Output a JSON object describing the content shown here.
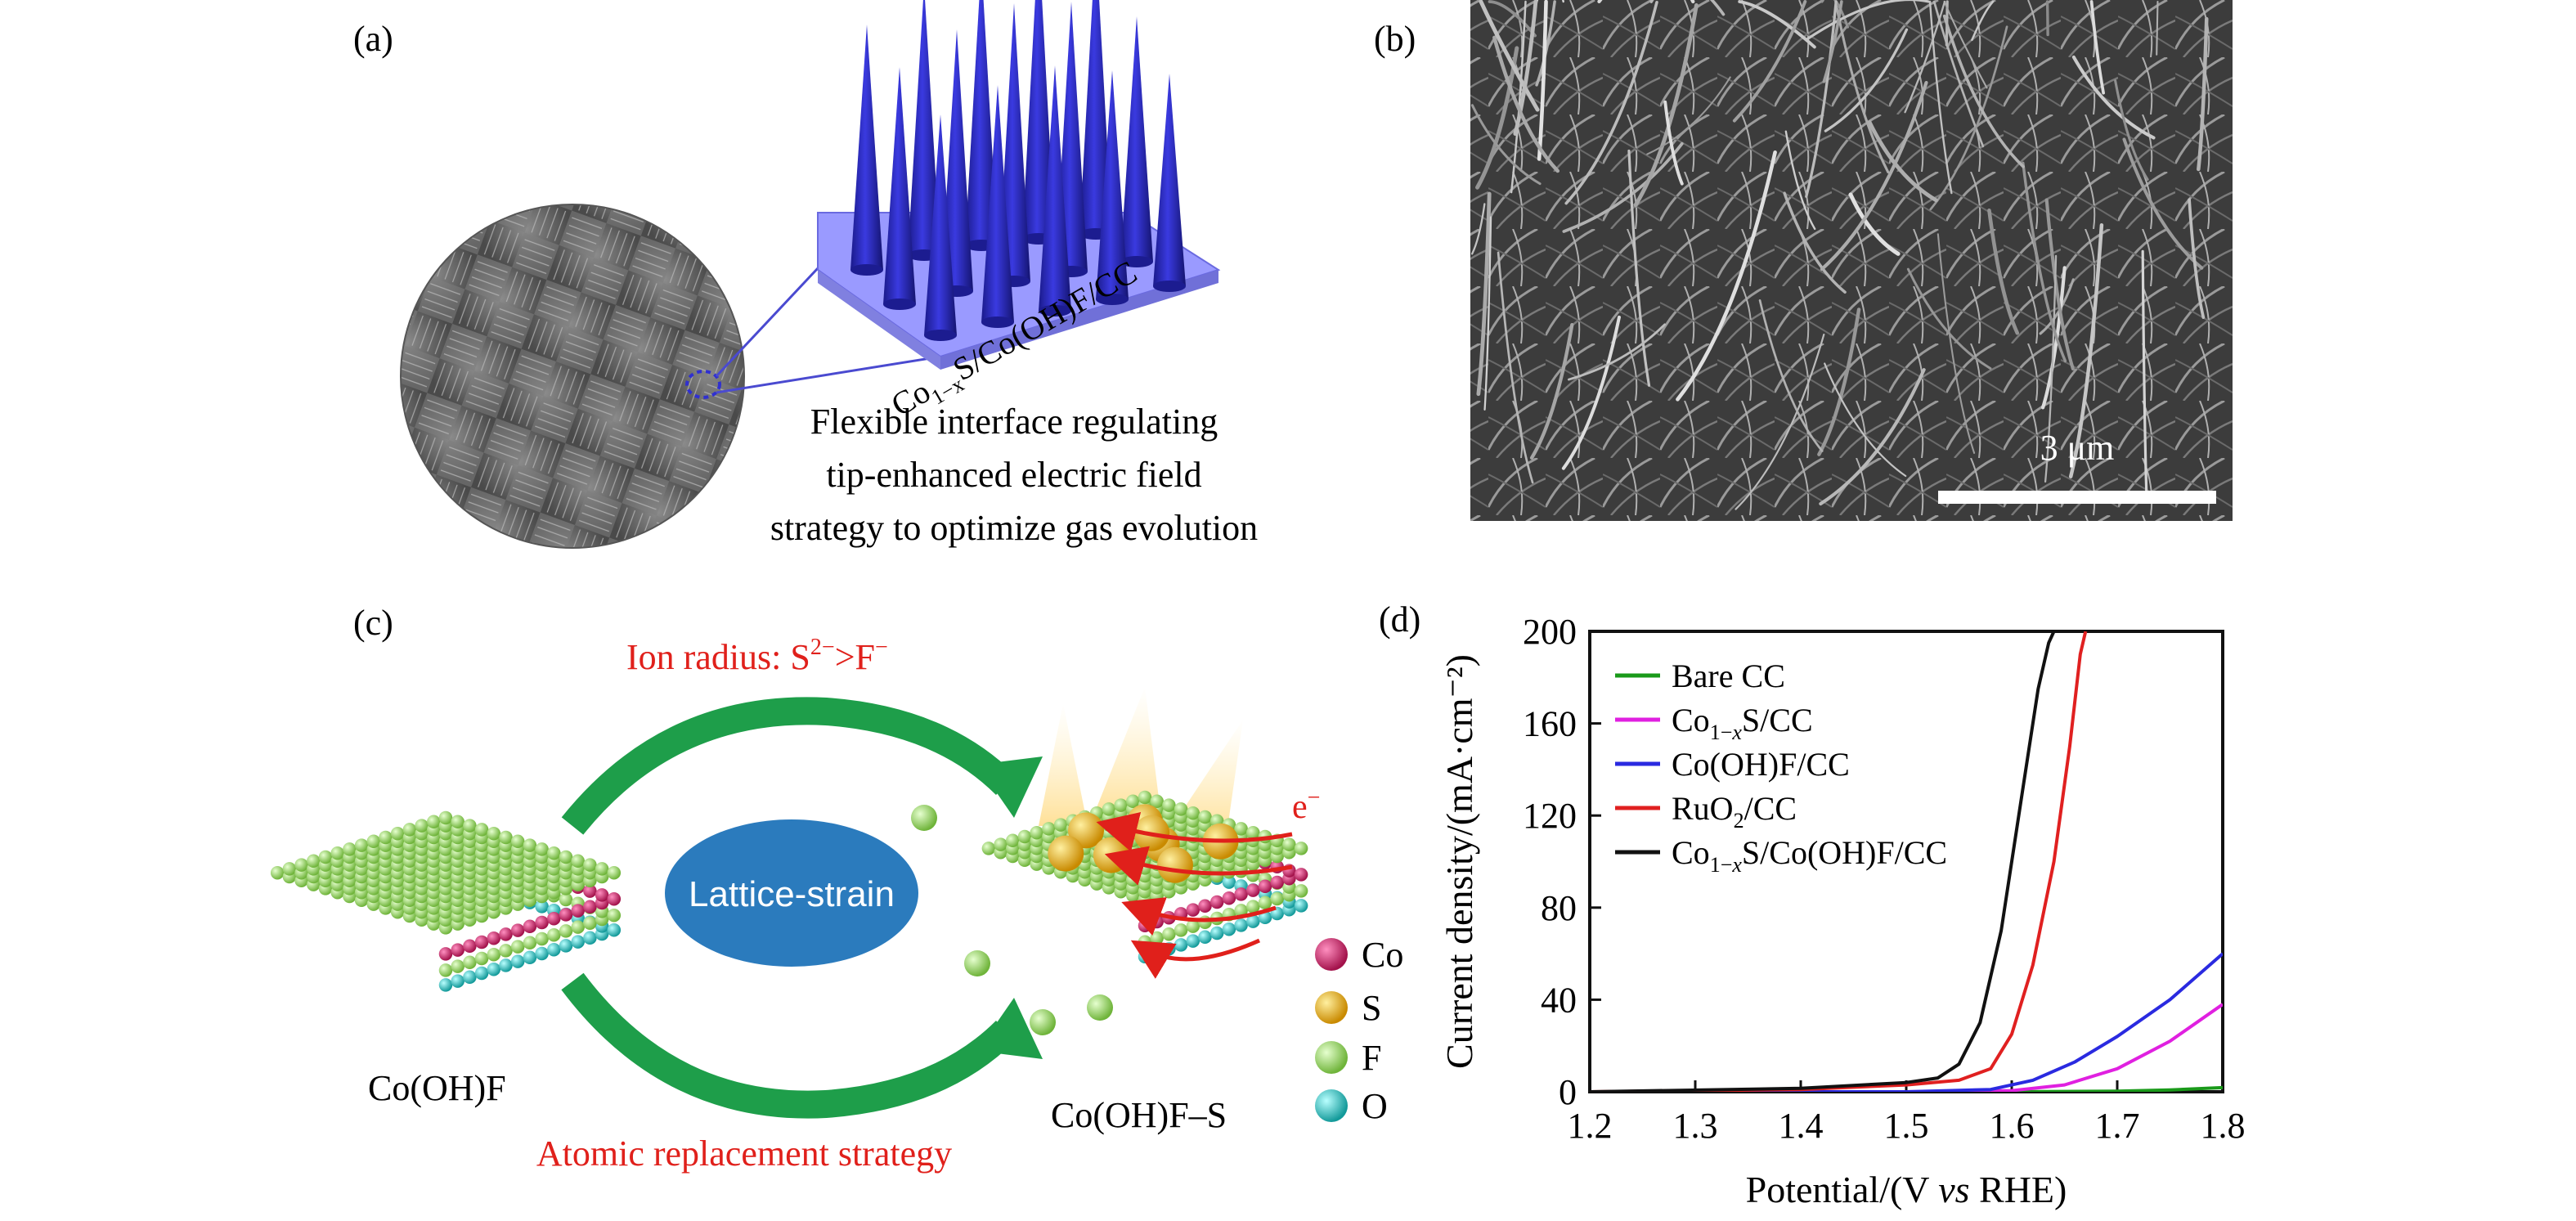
{
  "panels": {
    "a": {
      "label": "(a)",
      "material_prefix": "Co",
      "material_sub": "1−x",
      "material_suffix": "S/Co(OH)F/CC",
      "caption_lines": [
        "Flexible interface regulating",
        "tip-enhanced electric field",
        "strategy to optimize gas evolution"
      ]
    },
    "b": {
      "label": "(b)",
      "scale_bar_text": "3 μm"
    },
    "c": {
      "label": "(c)",
      "ion_radius_prefix": "Ion radius: S",
      "ion_radius_sup1": "2−",
      "ion_radius_mid": ">F",
      "ion_radius_sup2": "−",
      "center_label": "Lattice-strain",
      "left_label": "Co(OH)F",
      "right_label": "Co(OH)F–S",
      "electron_label": "e",
      "electron_sup": "−",
      "bottom_label": "Atomic replacement strategy",
      "legend": [
        {
          "label": "Co",
          "color": "#c2185b"
        },
        {
          "label": "S",
          "color": "#e8a800"
        },
        {
          "label": "F",
          "color": "#9ed36a"
        },
        {
          "label": "O",
          "color": "#2ec4c4"
        }
      ],
      "colors": {
        "red_text": "#e0201b",
        "arrow_green": "#1e9e4a",
        "ellipse": "#2b7bbd"
      }
    },
    "d": {
      "label": "(d)"
    }
  },
  "chart_data": {
    "type": "line",
    "title": "",
    "xlabel": "Potential/(V vs RHE)",
    "ylabel": "Current density/(mA·cm⁻²)",
    "xlim": [
      1.2,
      1.8
    ],
    "ylim": [
      0,
      200
    ],
    "xticks": [
      "1.2",
      "1.3",
      "1.4",
      "1.5",
      "1.6",
      "1.7",
      "1.8"
    ],
    "yticks": [
      "0",
      "40",
      "80",
      "120",
      "160",
      "200"
    ],
    "grid": false,
    "legend_position": "top-left",
    "series": [
      {
        "name": "Bare CC",
        "color": "#1a9a1a",
        "x": [
          1.2,
          1.4,
          1.6,
          1.7,
          1.75,
          1.8
        ],
        "y": [
          0,
          0,
          0,
          0.3,
          0.8,
          1.8
        ]
      },
      {
        "name": "Co1−xS/CC",
        "color": "#e020e0",
        "x": [
          1.2,
          1.5,
          1.6,
          1.65,
          1.7,
          1.75,
          1.8
        ],
        "y": [
          0,
          0,
          0.5,
          3,
          10,
          22,
          38
        ]
      },
      {
        "name": "Co(OH)F/CC",
        "color": "#2a2ae0",
        "x": [
          1.2,
          1.5,
          1.58,
          1.62,
          1.66,
          1.7,
          1.75,
          1.8
        ],
        "y": [
          0,
          0,
          1,
          5,
          13,
          24,
          40,
          60
        ]
      },
      {
        "name": "RuO2/CC",
        "color": "#e02020",
        "x": [
          1.2,
          1.4,
          1.5,
          1.55,
          1.58,
          1.6,
          1.62,
          1.64,
          1.655,
          1.665,
          1.67
        ],
        "y": [
          0,
          1,
          3,
          5,
          10,
          25,
          55,
          100,
          150,
          190,
          200
        ]
      },
      {
        "name": "Co1−xS/Co(OH)F/CC",
        "color": "#111111",
        "x": [
          1.2,
          1.4,
          1.5,
          1.53,
          1.55,
          1.57,
          1.59,
          1.61,
          1.625,
          1.635,
          1.64
        ],
        "y": [
          0,
          1.5,
          4,
          6,
          12,
          30,
          70,
          130,
          175,
          195,
          200
        ]
      }
    ],
    "legend_entries": [
      {
        "pre": "Bare CC",
        "sub": "",
        "post": ""
      },
      {
        "pre": "Co",
        "sub": "1−x",
        "post": "S/CC"
      },
      {
        "pre": "Co(OH)F/CC",
        "sub": "",
        "post": ""
      },
      {
        "pre": "RuO",
        "sub": "2",
        "post": "/CC"
      },
      {
        "pre": "Co",
        "sub": "1−x",
        "post": "S/Co(OH)F/CC"
      }
    ]
  }
}
